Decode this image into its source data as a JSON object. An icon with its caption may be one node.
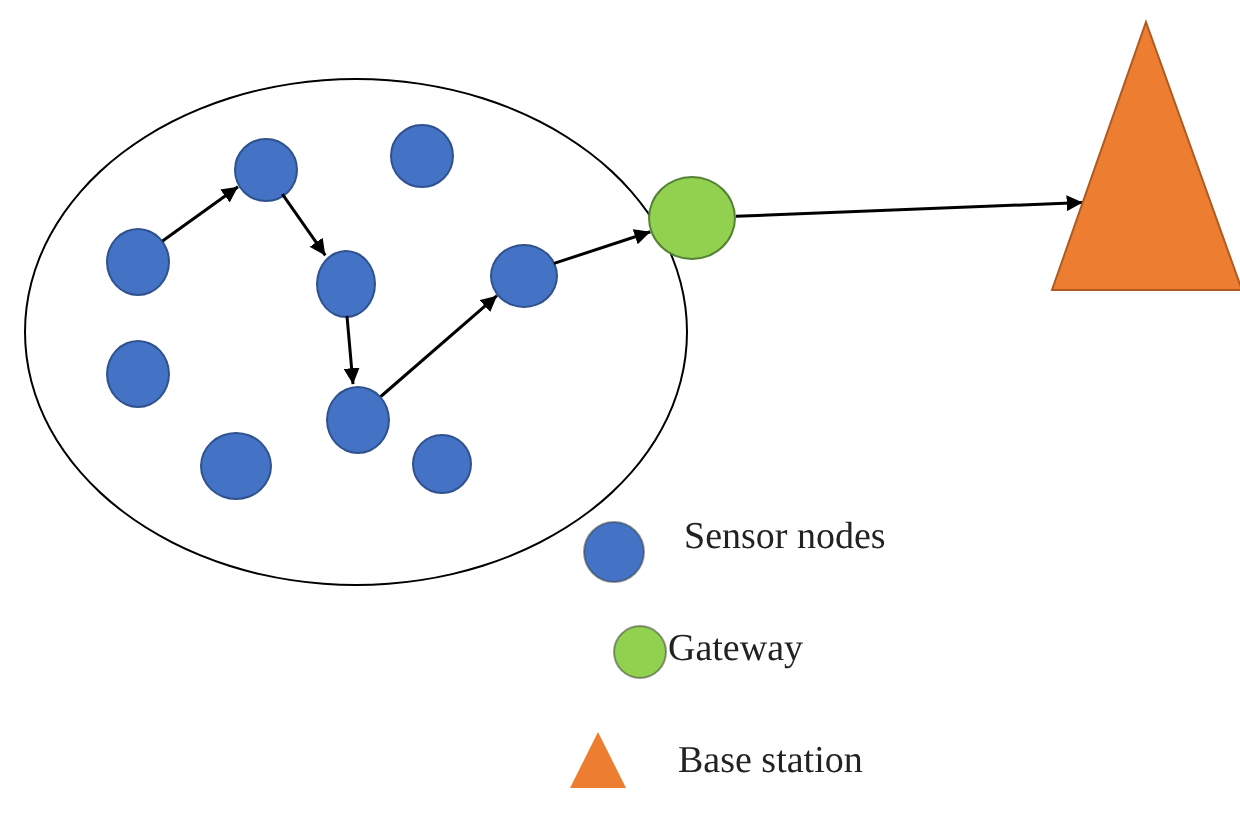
{
  "diagram": {
    "nodes": [
      {
        "text": [],
        "shape": "ellipse"
      },
      {
        "text": [],
        "shape": "circle",
        "in": 0
      },
      {
        "text": [],
        "shape": "circle",
        "in": 0
      },
      {
        "text": [],
        "shape": "circle",
        "in": 0
      },
      {
        "text": [],
        "shape": "circle",
        "in": 0
      },
      {
        "text": [],
        "shape": "circle",
        "in": 0
      },
      {
        "text": [],
        "shape": "circle",
        "in": 0
      },
      {
        "text": [],
        "shape": "circle",
        "in": 0
      },
      {
        "text": [],
        "shape": "circle",
        "in": 0
      },
      {
        "text": [],
        "shape": "circle",
        "in": 0
      },
      {
        "text": [],
        "shape": "circle"
      },
      {
        "text": [],
        "shape": "triangle"
      }
    ],
    "edges": [
      {
        "from": 1,
        "to": 2,
        "arrow": "to"
      },
      {
        "from": 2,
        "to": 4,
        "arrow": "to"
      },
      {
        "from": 4,
        "to": 7,
        "arrow": "to"
      },
      {
        "from": 7,
        "to": 5,
        "arrow": "to"
      },
      {
        "from": 5,
        "to": 10,
        "arrow": "to"
      },
      {
        "from": 10,
        "to": 11,
        "arrow": "to"
      }
    ],
    "legend": [
      {
        "text": "Sensor nodes",
        "color": "#4472c4"
      },
      {
        "text": "Gateway",
        "color": "#92d050"
      },
      {
        "text": "Base station",
        "color": "#ed7d31"
      }
    ]
  }
}
